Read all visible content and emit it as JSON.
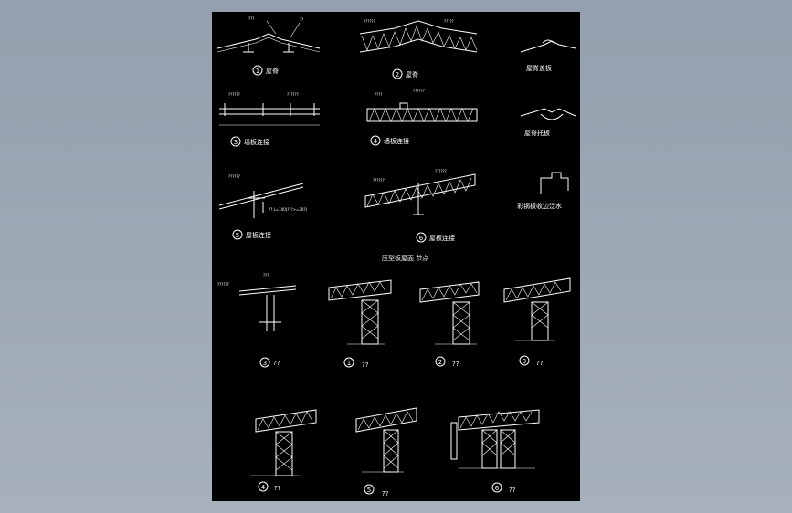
{
  "window": {
    "background": "#9aa6b2",
    "sheet_background": "#000000",
    "line_color": "#ffffff"
  },
  "section_title": "压型板屋面 节点",
  "top_details": [
    {
      "num": "1",
      "label": "屋脊"
    },
    {
      "num": "2",
      "label": "屋脊"
    },
    {
      "num": "",
      "label": "屋脊盖板"
    },
    {
      "num": "",
      "label": "屋脊托板"
    },
    {
      "num": "3",
      "label": "墙板连接"
    },
    {
      "num": "4",
      "label": "墙板连接"
    },
    {
      "num": "5",
      "label": "屋板连接"
    },
    {
      "num": "6",
      "label": "屋板连接"
    },
    {
      "num": "",
      "label": "彩钢板收边泛水"
    }
  ],
  "bottom_details": [
    {
      "num": "3",
      "label": "??"
    },
    {
      "num": "1",
      "label": "??"
    },
    {
      "num": "2",
      "label": "??"
    },
    {
      "num": "3",
      "label": "??"
    },
    {
      "num": "4",
      "label": "??"
    },
    {
      "num": "5",
      "label": "??"
    },
    {
      "num": "6",
      "label": "??"
    }
  ]
}
